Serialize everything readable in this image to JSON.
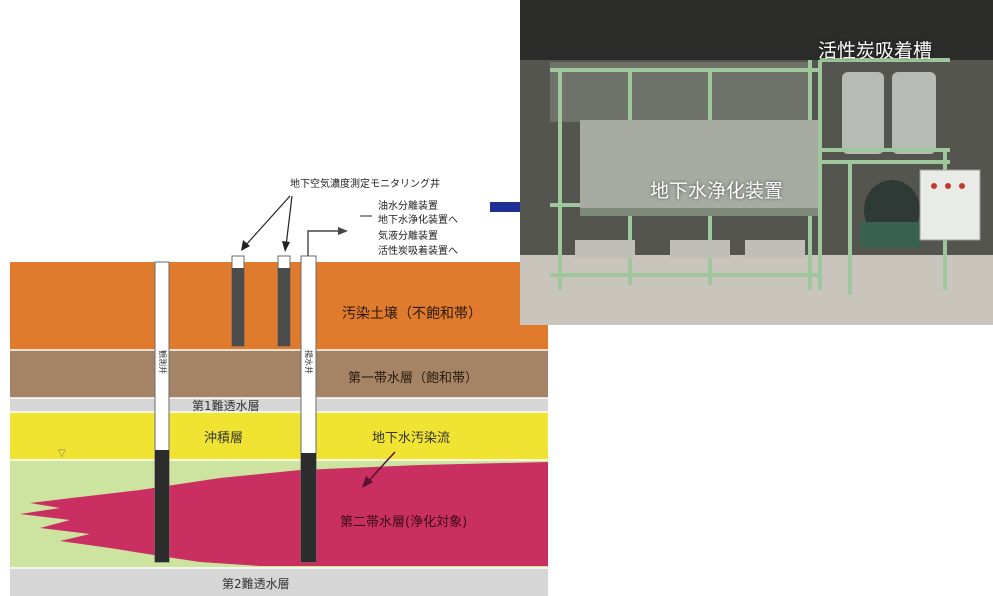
{
  "callout": {
    "monitoring_well": "地下空気濃度測定モニタリング井",
    "flow_lines": [
      "油水分離装置",
      "地下水浄化装置へ",
      "気液分離装置",
      "活性炭吸着装置へ"
    ]
  },
  "layers": {
    "contaminated_soil": "汚染土壌（不飽和帯）",
    "first_aquifer": "第一帯水層（飽和帯）",
    "first_aquitard": "第1難透水層",
    "alluvium": "沖積層",
    "groundwater_plume": "地下水汚染流",
    "second_aquifer": "第二帯水層(浄化対象)",
    "second_aquitard": "第2難透水層"
  },
  "wells": {
    "observation_well": "観測井",
    "pumping_well": "揚水井"
  },
  "photo": {
    "activated_carbon_label": "活性炭吸着槽",
    "purifier_label": "地下水浄化装置"
  },
  "colors": {
    "contaminated_soil": "#e07a2c",
    "first_aquifer": "#a58466",
    "aquitard": "#d6d6d6",
    "alluvium": "#f0e331",
    "light_green": "#cde3a0",
    "plume": "#c92f61",
    "arrow": "#1e2f95"
  }
}
